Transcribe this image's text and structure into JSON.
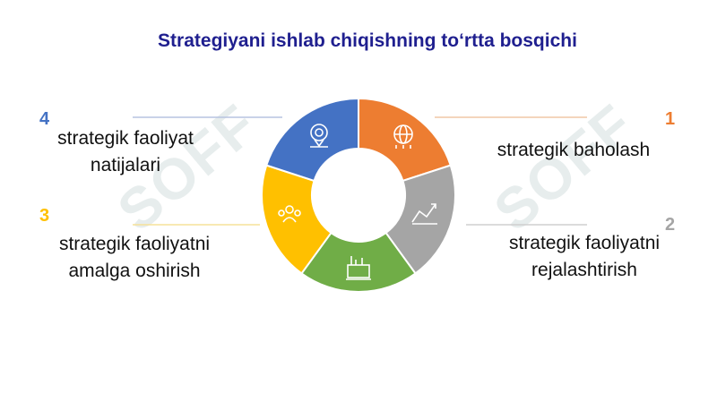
{
  "title": "Strategiyani ishlab chiqishning to‘rtta bosqichi",
  "watermark": {
    "text": "SOFF"
  },
  "steps": [
    {
      "number": "1",
      "label_line1": "strategik baholash",
      "label_line2": "",
      "color": "#ED7D31",
      "icon": "globe-network-icon"
    },
    {
      "number": "2",
      "label_line1": "strategik faoliyatni",
      "label_line2": "rejalashtirish",
      "color": "#A5A5A5",
      "icon": "line-chart-icon"
    },
    {
      "number": "3",
      "label_line1": "strategik faoliyatni",
      "label_line2": "amalga oshirish",
      "color": "#FFC000",
      "icon": "team-icon"
    },
    {
      "number": "4",
      "label_line1": "strategik faoliyat",
      "label_line2": "natijalari",
      "color": "#4472C4",
      "icon": "target-pin-icon"
    }
  ],
  "center_segment_color": "#70AD47",
  "center_icon": "factory-icon"
}
